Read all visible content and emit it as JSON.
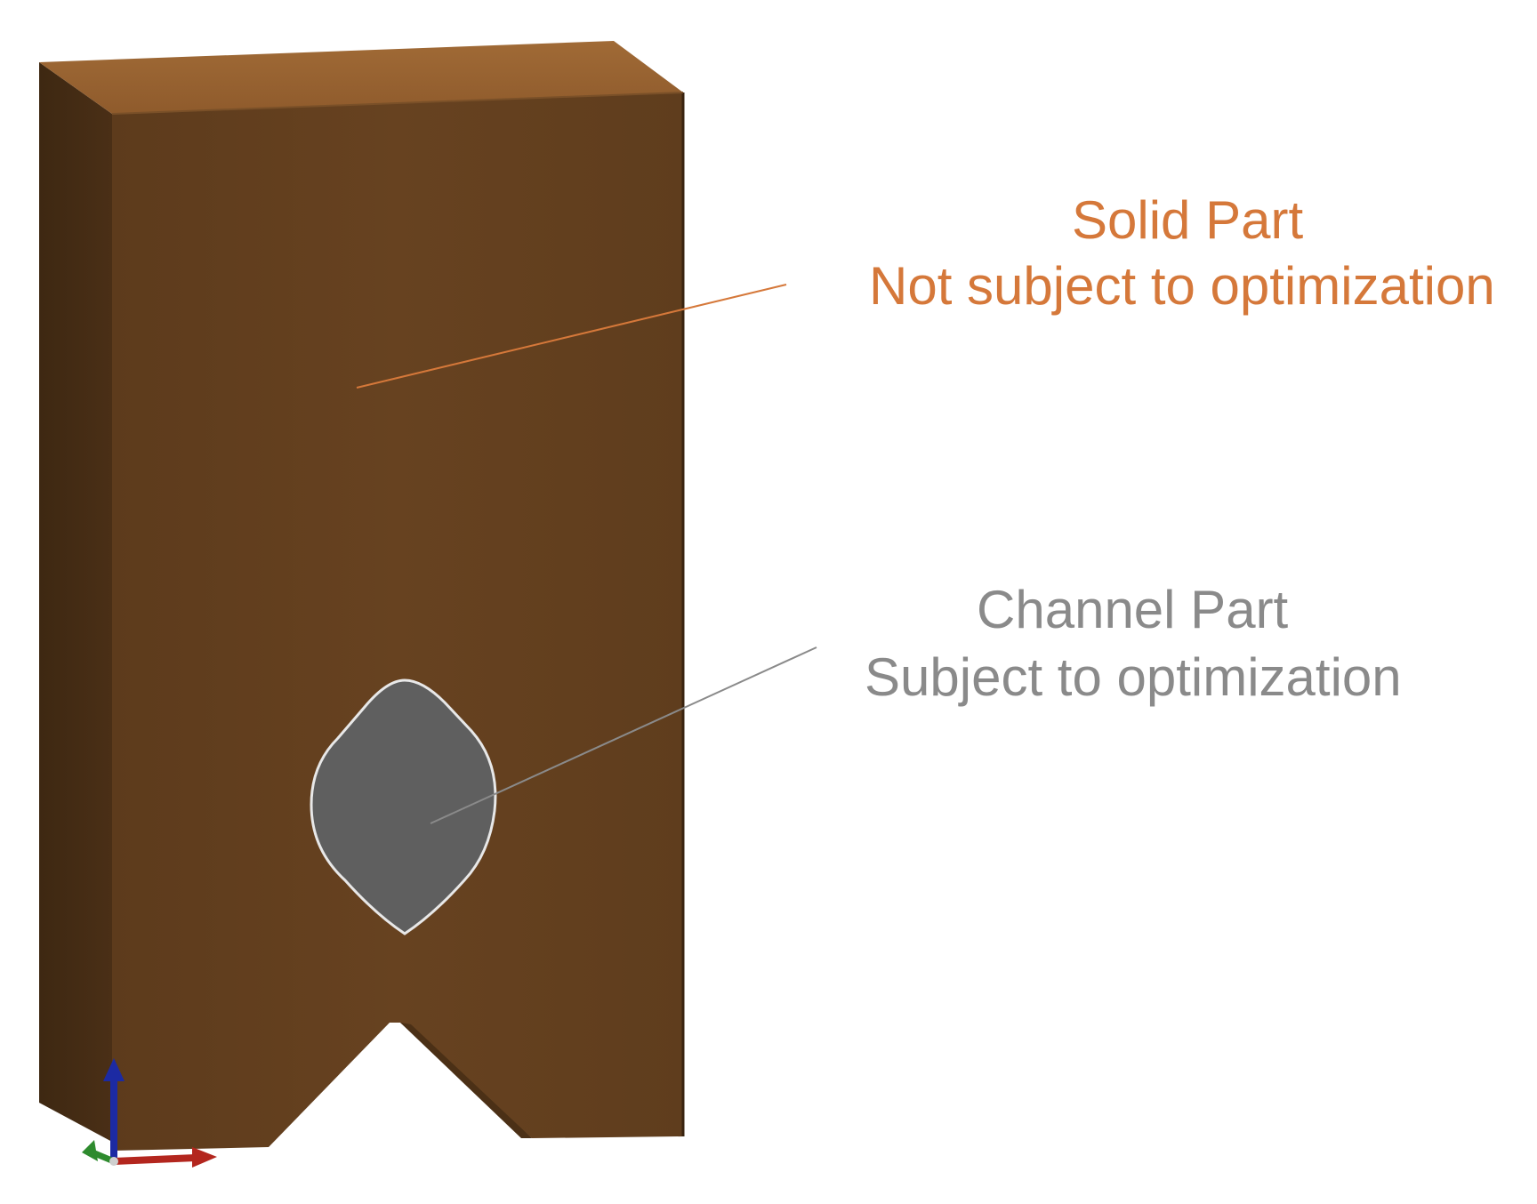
{
  "labels": {
    "solid_title": "Solid Part",
    "solid_subtitle": "Not subject to optimization",
    "channel_title": "Channel Part",
    "channel_subtitle": "Subject to optimization"
  },
  "colors": {
    "solid_label": "#d5783a",
    "channel_label": "#8a8a8a",
    "block_front": "#633f1f",
    "block_side": "#452c14",
    "block_top": "#9a6331",
    "channel_fill": "#5f5f5f",
    "axis_x": "#b3261e",
    "axis_y": "#2e8b2e",
    "axis_z": "#1c2aa3"
  },
  "icons": {
    "triad": "coordinate-triad-icon"
  }
}
